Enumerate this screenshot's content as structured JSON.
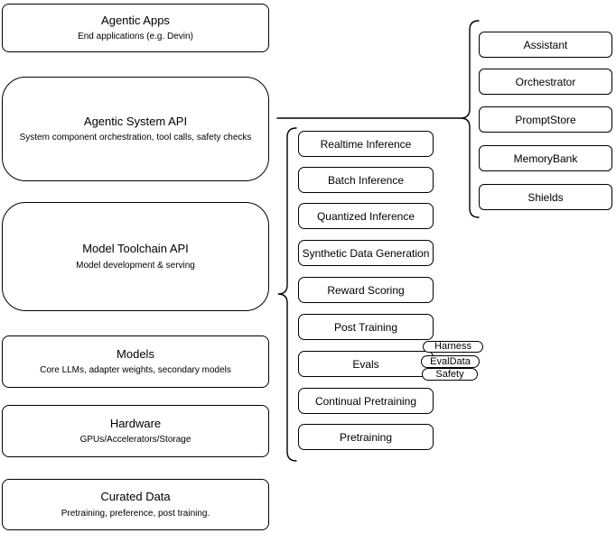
{
  "stack": [
    {
      "title": "Agentic Apps",
      "subtitle": "End applications (e.g. Devin)"
    },
    {
      "title": "Agentic System API",
      "subtitle": "System component orchestration, tool calls, safety checks"
    },
    {
      "title": "Model Toolchain API",
      "subtitle": "Model development & serving"
    },
    {
      "title": "Models",
      "subtitle": "Core LLMs, adapter weights, secondary models"
    },
    {
      "title": "Hardware",
      "subtitle": "GPUs/Accelerators/Storage"
    },
    {
      "title": "Curated Data",
      "subtitle": "Pretraining, preference, post training."
    }
  ],
  "toolchain": {
    "items": [
      "Realtime Inference",
      "Batch Inference",
      "Quantized Inference",
      "Synthetic Data Generation",
      "Reward Scoring",
      "Post Training",
      "Evals",
      "Continual Pretraining",
      "Pretraining"
    ]
  },
  "eval_tags": [
    "Harness",
    "EvalData",
    "Safety"
  ],
  "system_components": [
    "Assistant",
    "Orchestrator",
    "PromptStore",
    "MemoryBank",
    "Shields"
  ],
  "colors": {
    "stroke": "#000000",
    "fill": "#ffffff",
    "text": "#000000"
  }
}
